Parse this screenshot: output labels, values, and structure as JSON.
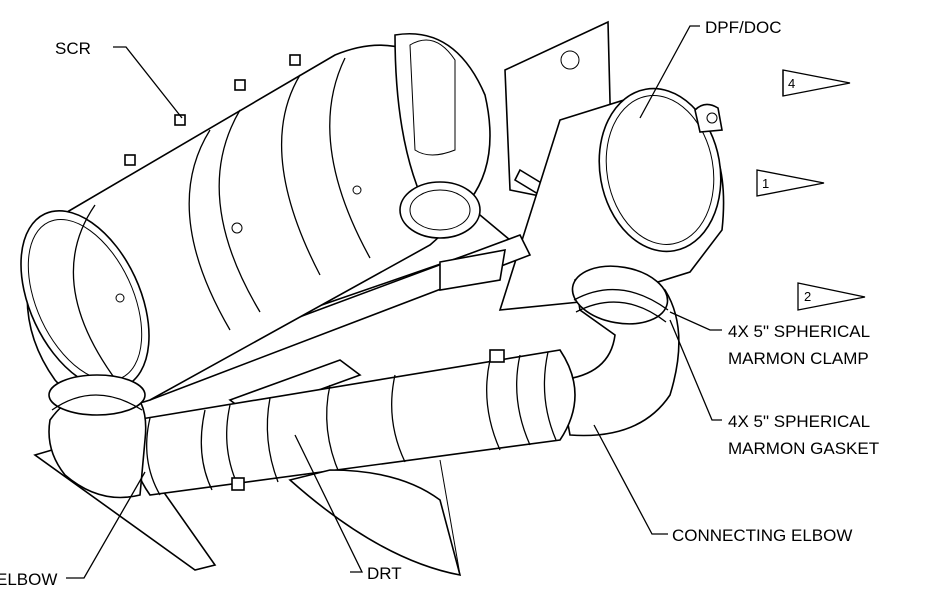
{
  "labels": {
    "scr": "SCR",
    "dpf_doc": "DPF/DOC",
    "clamp_line1": "4X 5\" SPHERICAL",
    "clamp_line2": "MARMON CLAMP",
    "gasket_line1": "4X 5\" SPHERICAL",
    "gasket_line2": "MARMON GASKET",
    "connecting_elbow": "CONNECTING ELBOW",
    "drt": "DRT",
    "elbow": "ELBOW"
  },
  "flags": [
    {
      "id": "flag-4",
      "number": "4"
    },
    {
      "id": "flag-1",
      "number": "1"
    },
    {
      "id": "flag-2",
      "number": "2"
    }
  ]
}
